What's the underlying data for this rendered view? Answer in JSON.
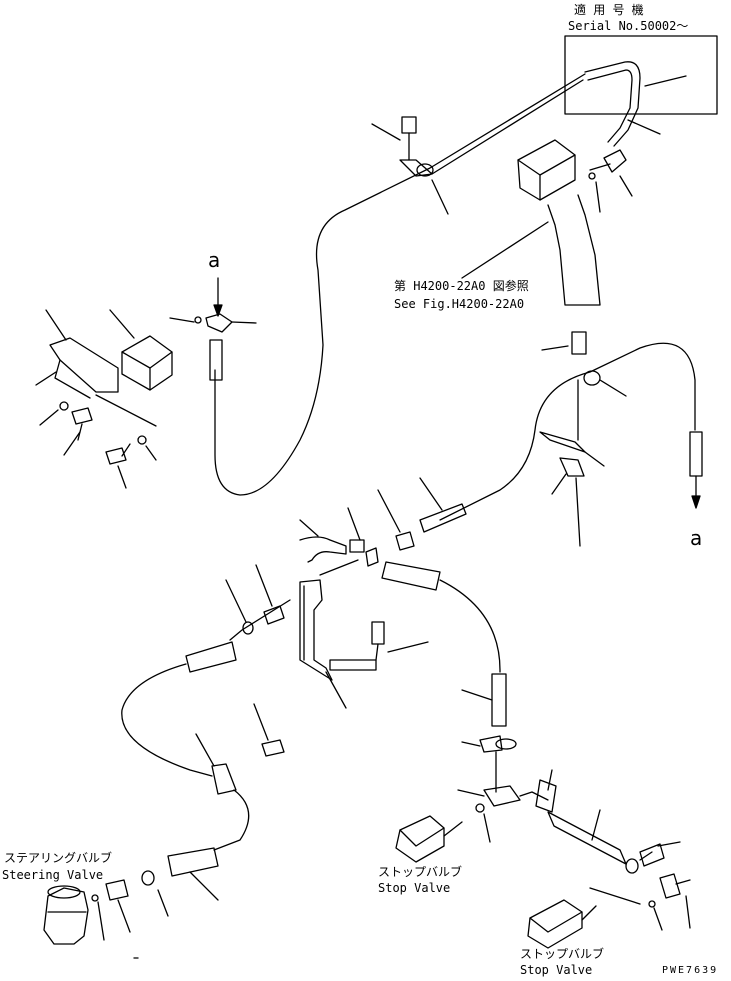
{
  "header": {
    "applicable_jp": "適 用 号 機",
    "serial": "Serial No.50002〜"
  },
  "refs": {
    "fig_jp": "第 H4200-22A0 図参照",
    "fig_en": "See Fig.H4200-22A0"
  },
  "markers": {
    "a_top": "a",
    "a_right": "a"
  },
  "components": {
    "steering_jp": "ステアリングバルブ",
    "steering_en": "Steering Valve",
    "stop1_jp": "ストップバルブ",
    "stop1_en": "Stop Valve",
    "stop2_jp": "ストップバルブ",
    "stop2_en": "Stop Valve"
  },
  "footer": {
    "code": "PWE7639"
  }
}
